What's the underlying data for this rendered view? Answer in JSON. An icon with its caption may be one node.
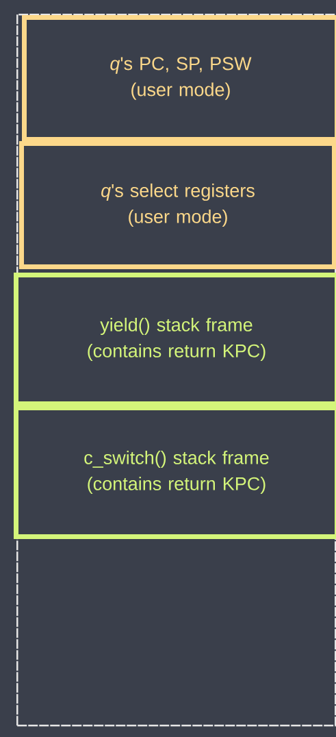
{
  "diagram": {
    "nodes": [
      {
        "text": [],
        "shape": "box"
      },
      {
        "text": [
          "*q*'s PC, SP, PSW (user mode)"
        ],
        "in": 0
      },
      {
        "text": [
          "*q*'s select registers (user mode)"
        ],
        "in": 0
      },
      {
        "text": [
          "yield() stack frame (contains return KPC)"
        ],
        "in": 0
      },
      {
        "text": [
          "c_switch() stack frame (contains return KPC)"
        ],
        "in": 0
      }
    ]
  }
}
